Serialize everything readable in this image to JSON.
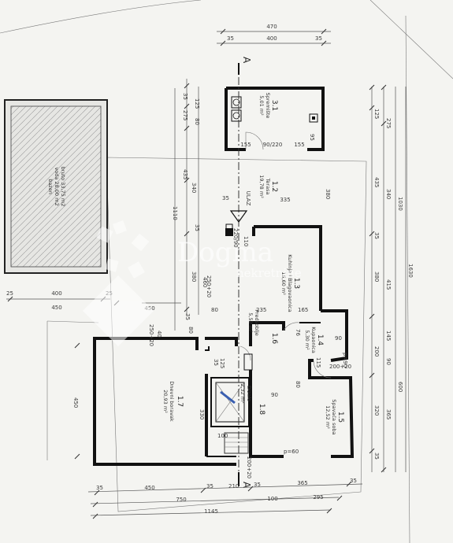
{
  "pool": {
    "title": "bazen",
    "water": "voda 28,00 m2",
    "gross": "bruto 33,75 m2"
  },
  "rooms": [
    {
      "num": "3.1",
      "name": "Spremište",
      "area": "5,01 m²"
    },
    {
      "num": "1.2",
      "name": "Terasa",
      "area": "19,78 m²"
    },
    {
      "num": "1.3",
      "name": "Kuhinja i Blagovaonica",
      "area": "15,60 m²"
    },
    {
      "num": "1.4",
      "name": "Kupaonica",
      "area": "5,30 m²"
    },
    {
      "num": "1.5",
      "name": "Spavaća soba",
      "area": "12,52 m²"
    },
    {
      "num": "1.6",
      "name": "Predsoblje",
      "area": "5,52 m²"
    },
    {
      "num": "1.7",
      "name": "Dnevni boravak",
      "area": "20,93 m²"
    },
    {
      "num": "1.8",
      "name": "Dizalo",
      "area": "2,32 m²"
    }
  ],
  "labels": {
    "section_a": "A",
    "entrance": "ULAZ",
    "watermark_main": "Dogma",
    "watermark_sub": "nekretnine"
  },
  "dims": {
    "top_470": "470",
    "top_400": "400",
    "top_35a": "35",
    "top_35b": "35",
    "l_35": "35",
    "l_125": "125",
    "l_275": "275",
    "l_80": "80",
    "l_435": "435",
    "l_340": "340",
    "l_1110": "1110",
    "l_35b": "35",
    "l_380": "380",
    "l_460": "460",
    "l_250_20": "250+20",
    "l_35c": "35",
    "pool_25a": "25",
    "pool_400": "400",
    "pool_25b": "25",
    "pool_450": "450",
    "r_125": "125",
    "r_275": "275",
    "r_1030": "1030",
    "r_435": "435",
    "r_340": "340",
    "r_35": "35",
    "r_1630": "1630",
    "r_380": "380",
    "r_415": "415",
    "r_145": "145",
    "r_200": "200",
    "r_90": "90",
    "r_600": "600",
    "r_320": "320",
    "r_365": "365",
    "r_35b": "35",
    "i_155a": "155",
    "i_90_220": "90/220",
    "i_155b": "155",
    "i_95": "95",
    "i_335": "335",
    "i_35": "35",
    "i_220_90": "220/90",
    "i_110": "110",
    "i_380": "380",
    "i_80": "80",
    "i_235": "235",
    "i_165": "165",
    "i_450": "450",
    "i_250_20": "250+20",
    "i_40": "40",
    "i_80b": "80",
    "i_125": "125",
    "i_35b": "35",
    "i_76": "76",
    "i_90": "90",
    "i_115": "115",
    "i_200_20": "200+20",
    "i_80c": "80",
    "i_90b": "90",
    "i_p90": "p=90",
    "i_100": "100",
    "i_330": "330",
    "i_200_20b": "200+20",
    "i_p60": "p=60",
    "i_450b": "450",
    "i_a": "A",
    "b_35a": "35",
    "b_450": "450",
    "b_35b": "35",
    "b_210": "210",
    "b_35c": "35",
    "b_365": "365",
    "b_35d": "35",
    "b_750": "750",
    "b_100": "100",
    "b_295": "295",
    "b_1145": "1145"
  }
}
